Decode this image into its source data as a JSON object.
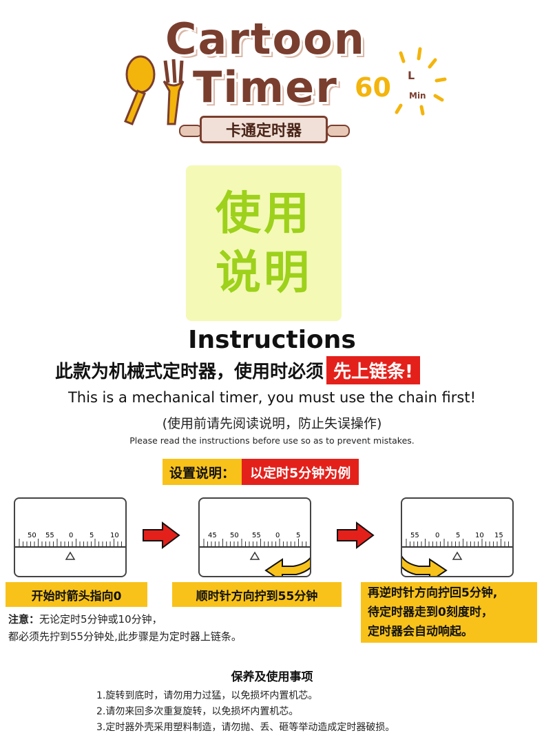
{
  "logo": {
    "line1": "Cartoon",
    "line2": "Timer",
    "sixty": "60",
    "unit_l": "L",
    "unit_min": "Min",
    "banner": "卡通定时器",
    "colors": {
      "brown": "#7a3e2e",
      "yellow": "#f3b40c"
    },
    "icons": [
      "spoon-icon",
      "fork-icon",
      "rolling-pin-icon",
      "sun-rays-icon"
    ]
  },
  "title_block": {
    "line1": "使用",
    "line2": "说明",
    "bg": "#f4f9b6",
    "color": "#9dd11b"
  },
  "instructions": {
    "heading": "Instructions",
    "cn_main": "此款为机械式定时器，使用时必须",
    "cn_highlight": "先上链条!",
    "en_main": "This is a mechanical timer, you must use the chain first!",
    "cn_paren": "(使用前请先阅读说明，防止失误操作)",
    "en_small": "Please read the instructions before use so as to prevent mistakes."
  },
  "setup": {
    "label": "设置说明：",
    "example": "以定时5分钟为例"
  },
  "dials": [
    {
      "ticks": [
        "50",
        "55",
        "0",
        "5",
        "10"
      ]
    },
    {
      "ticks": [
        "45",
        "50",
        "55",
        "0",
        "5"
      ]
    },
    {
      "ticks": [
        "55",
        "0",
        "5",
        "10",
        "15"
      ]
    }
  ],
  "steps": {
    "step1": "开始时箭头指向0",
    "step2": "顺时针方向拧到55分钟",
    "step3_line1": "再逆时针方向拧回5分钟,",
    "step3_line2": "待定时器走到0刻度时，",
    "step3_line3": "定时器会自动响起。"
  },
  "note": {
    "label": "注意：",
    "line1": "无论定时5分钟或10分钟，",
    "line2": "都必须先拧到55分钟处,此步骤是为定时器上链条。"
  },
  "care": {
    "title": "保养及使用事项",
    "items": [
      "1.旋转到底时，请勿用力过猛，以免损坏内置机芯。",
      "2.请勿来回多次重复旋转，以免损坏内置机芯。",
      "3.定时器外壳采用塑料制造，请勿抛、丢、砸等举动造成定时器破损。"
    ]
  },
  "colors": {
    "accent_yellow": "#f8c21a",
    "accent_red": "#e4201b",
    "arrow_red": "#e4201b"
  }
}
